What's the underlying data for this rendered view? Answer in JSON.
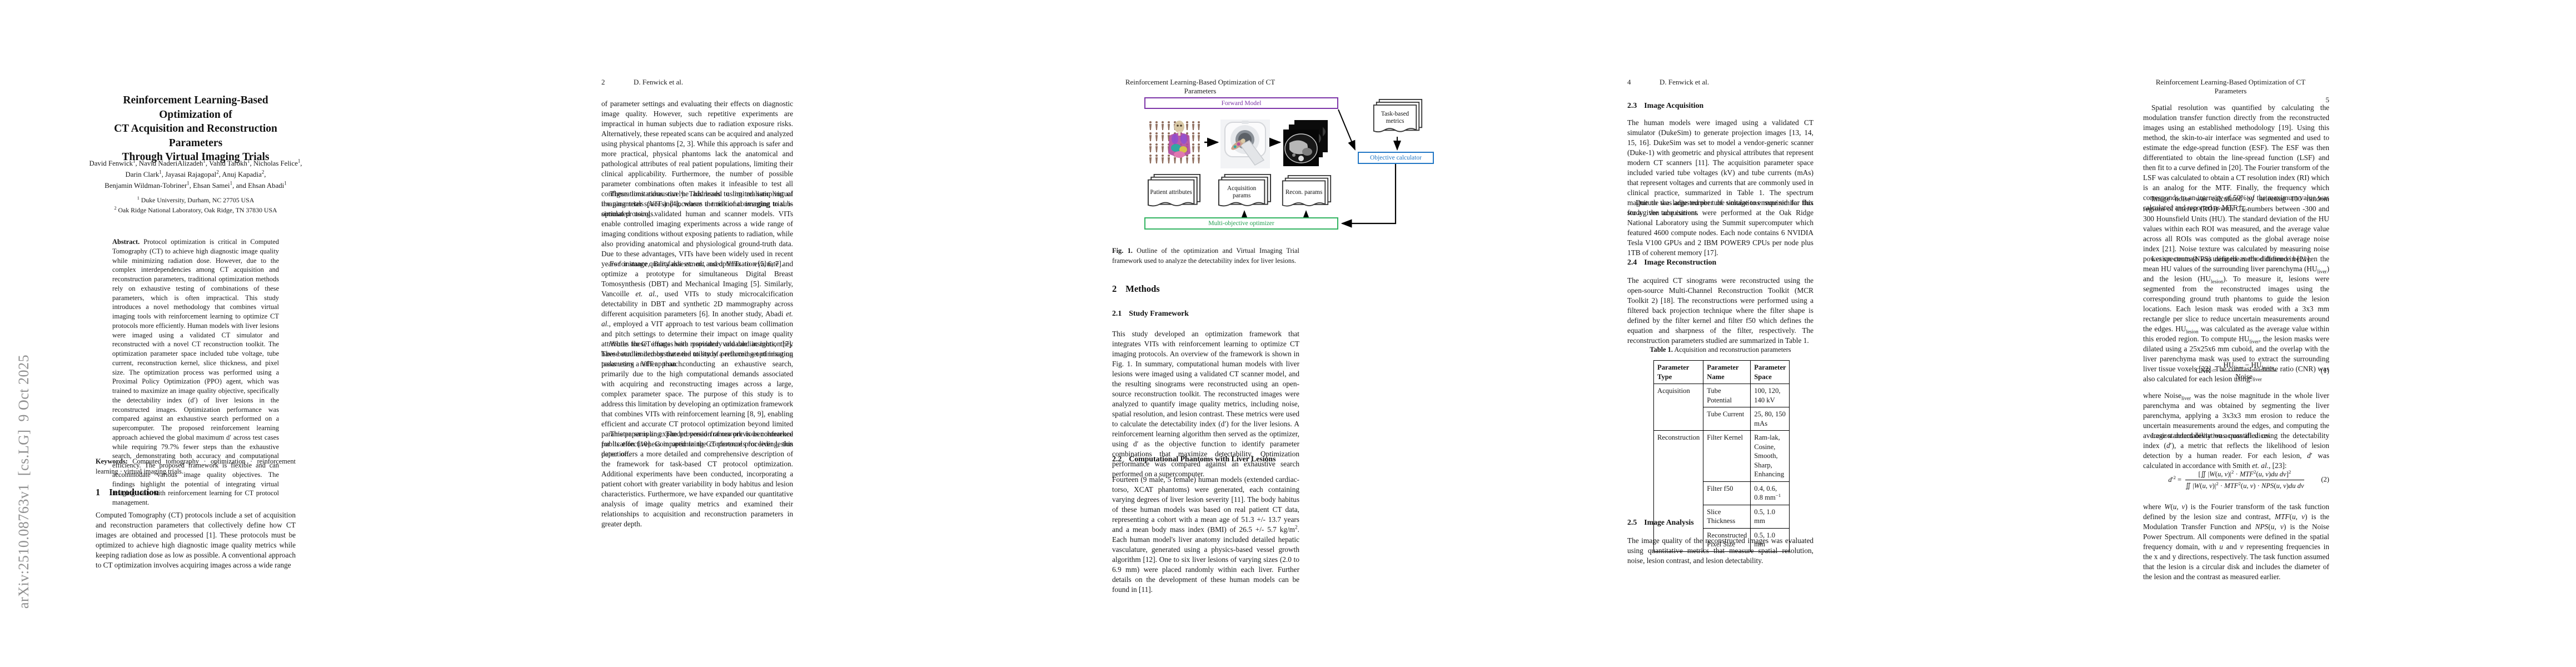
{
  "watermark": "arXiv:2510.08763v1&nbsp;&nbsp;[cs.LG]&nbsp;&nbsp;9 Oct 2025",
  "page1": {
    "title_lines": [
      "Reinforcement Learning-Based Optimization of",
      "CT Acquisition and Reconstruction Parameters",
      "Through Virtual Imaging Trials"
    ],
    "author_lines": [
      "David Fenwick<sup>1</sup>, Navid NaderiAlizadeh<sup>1</sup>, Vahid Tarokh<sup>1</sup>, Nicholas Felice<sup>1</sup>,",
      "Darin Clark<sup>1</sup>, Jayasai Rajagopal<sup>2</sup>, Anuj Kapadia<sup>2</sup>,",
      "Benjamin Wildman-Tobriner<sup>1</sup>, Ehsan Samei<sup>1</sup>, and Ehsan Abadi<sup>1</sup>"
    ],
    "affil_lines": [
      "<sup>1</sup> Duke University, Durham, NC 27705 USA",
      "<sup>2</sup> Oak Ridge National Laboratory, Oak Ridge, TN 37830 USA"
    ],
    "abstract_label": "Abstract.",
    "abstract_text": "Protocol optimization is critical in Computed Tomography (CT) to achieve high diagnostic image quality while minimizing radiation dose. However, due to the complex interdependencies among CT acquisition and reconstruction parameters, traditional optimization methods rely on exhaustive testing of combinations of these parameters, which is often impractical. This study introduces a novel methodology that combines virtual imaging tools with reinforcement learning to optimize CT protocols more efficiently. Human models with liver lesions were imaged using a validated CT simulator and reconstructed with a novel CT reconstruction toolkit. The optimization parameter space included tube voltage, tube current, reconstruction kernel, slice thickness, and pixel size. The optimization process was performed using a Proximal Policy Optimization (PPO) agent, which was trained to maximize an image quality objective, specifically the detectability index (d′) of liver lesions in the reconstructed images. Optimization performance was compared against an exhaustive search performed on a supercomputer. The proposed reinforcement learning approach achieved the global maximum d′ across test cases while requiring 79.7% fewer steps than the exhaustive search, demonstrating both accuracy and computational efficiency. The proposed framework is flexible and can accommodate various image quality objectives. The findings highlight the potential of integrating virtual imaging tools with reinforcement learning for CT protocol management.",
    "keywords_label": "Keywords:",
    "keywords_text": "Computed tomography · optimization · reinforcement learning · virtual imaging trials.",
    "sec1": {
      "number": "1",
      "text": "Introduction"
    },
    "intro_par": "Computed Tomography (CT) protocols include a set of acquisition and reconstruction parameters that collectively define how CT images are obtained and processed [1]. These protocols must be optimized to achieve high diagnostic image quality metrics while keeping radiation dose as low as possible. A conventional approach to CT optimization involves acquiring images across a wide range"
  },
  "page2": {
    "header_num": "2",
    "header_name": "D. Fenwick et al.",
    "paragraphs": [
      "of parameter settings and evaluating their effects on diagnostic image quality. However, such repetitive experiments are impractical in human subjects due to radiation exposure risks. Alternatively, these repeated scans can be acquired and analyzed using physical phantoms [2, 3]. While this approach is safer and more practical, physical phantoms lack the anatomical and pathological attributes of real patient populations, limiting their clinical applicability. Furthermore, the number of possible parameter combinations often makes it infeasible to test all configurations exhaustively. This leads to limited sampling of the parameter space and increases the risk of converging to sub-optimal protocols.",
      "These limitations can be addressed using realistic virtual imaging trials (VITs) [4], where a traditional imaging trial is simulated using validated human and scanner models. VITs enable controlled imaging experiments across a wide range of imaging conditions without exposing patients to radiation, while also providing anatomical and physiological ground-truth data. Due to these advantages, VITs have been widely used in recent years for image quality assessment and optimization [5, 6, 7].",
      "For instance, Barufaldi <i>et. al.</i>, used VITs to evaluate and optimize a prototype for simultaneous Digital Breast Tomosynthesis (DBT) and Mechanical Imaging [5]. Similarly, Vancoille <i>et. al.</i>, used VITs to study microcalcification detectability in DBT and synthetic 2D mammography across different acquisition parameters [6]. In another study, Abadi <i>et. al.</i>, employed a VIT approach to test various beam collimation and pitch settings to determine their impact on image quality attributes for CT images with respiratory and cardiac motion [7]. These studies demonstrate the utility of performing optimization tasks using a VIT approach.",
      "While these efforts have provided valuable insights, they have been limited by the need to study a reduced set of imaging parameters rather than conducting an exhaustive search, primarily due to the high computational demands associated with acquiring and reconstructing images across a large, complex parameter space. The purpose of this study is to address this limitation by developing an optimization framework that combines VITs with reinforcement learning [8, 9], enabling efficient and accurate CT protocol optimization beyond limited parameter sampling. The proposed framework is benchmarked for its effectiveness in optimizing CT protocols for liver lesion detection.",
      "This paper is an expanded version of our previous conference publication [10]. Compared to the conference proceeding, this paper offers a more detailed and comprehensive description of the framework for task-based CT protocol optimization. Additional experiments have been conducted, incorporating a patient cohort with greater variability in body habitus and lesion characteristics. Furthermore, we have expanded our quantitative analysis of image quality metrics and examined their relationships to acquisition and reconstruction parameters in greater depth."
    ]
  },
  "page3": {
    "header_title": "Reinforcement Learning-Based Optimization of CT Parameters",
    "header_num": "3",
    "figure": {
      "forward_model": "Forward Model",
      "patient_doc": "Patient attributes",
      "acquisition_doc": "Acquisition params",
      "recon_doc": "Recon. params",
      "task_doc": "Task-based metrics",
      "objective_box": "Objective calculator",
      "optimizer_box": "Multi-objective optimizer",
      "accent_purple": "#7d35a8",
      "accent_blue": "#2277c5",
      "accent_green": "#31b360"
    },
    "caption_label": "Fig. 1.",
    "caption_text": "Outline of the optimization and Virtual Imaging Trial framework used to analyze the detectability index for liver lesions.",
    "sec2": {
      "number": "2",
      "text": "Methods"
    },
    "sec21": {
      "number": "2.1",
      "text": "Study Framework"
    },
    "par21": "This study developed an optimization framework that integrates VITs with reinforcement learning to optimize CT imaging protocols. An overview of the framework is shown in Fig. 1. In summary, computational human models with liver lesions were imaged using a validated CT scanner model, and the resulting sinograms were reconstructed using an open-source reconstruction toolkit. The reconstructed images were analyzed to quantify image quality metrics, including noise, spatial resolution, and lesion contrast. These metrics were used to calculate the detectability index (d′) for the liver lesions. A reinforcement learning algorithm then served as the optimizer, using d′ as the objective function to identify parameter combinations that maximize detectability. Optimization performance was compared against an exhaustive search performed on a supercomputer.",
    "sec22": {
      "number": "2.2",
      "text": "Computational Phantoms with Liver Lesions"
    },
    "par22": "Fourteen (9 male, 5 female) human models (extended cardiac-torso, XCAT phantoms) were generated, each containing varying degrees of liver lesion severity [11]. The body habitus of these human models was based on real patient CT data, representing a cohort with a mean age of 51.3 +/- 13.7 years and a mean body mass index (BMI) of 26.5 +/- 5.7 kg/m<sup>2</sup>. Each human model's liver anatomy included detailed hepatic vasculature, generated using a physics-based vessel growth algorithm [12]. One to six liver lesions of varying sizes (2.0 to 6.9 mm) were placed randomly within each liver. Further details on the development of these human models can be found in [11]."
  },
  "page4": {
    "header_num": "4",
    "header_name": "D. Fenwick et al.",
    "sec23": {
      "number": "2.3",
      "text": "Image Acquisition"
    },
    "par23a": "The human models were imaged using a validated CT simulator (DukeSim) to generate projection images [13, 14, 15, 16]. DukeSim was set to model a vendor-generic scanner (Duke-1) with geometric and physical attributes that represent modern CT scanners [11]. The acquisition parameter space included varied tube voltages (kV) and tube currents (mAs) that represent voltages and currents that are commonly used in clinical practice, summarized in Table 1. The spectrum magnitude was adjusted per tube voltage to ensure similar flux for a given tube current.",
    "par23b": "Due to the large number of simulations required for this study, the acquisitions were performed at the Oak Ridge National Laboratory using the Summit supercomputer which featured 4600 compute nodes. Each node contains 6 NVIDIA Tesla V100 GPUs and 2 IBM POWER9 CPUs per node plus 1TB of coherent memory [17].",
    "sec24": {
      "number": "2.4",
      "text": "Image Reconstruction"
    },
    "par24": "The acquired CT sinograms were reconstructed using the open-source Multi-Channel Reconstruction Toolkit (MCR Toolkit 2) [18]. The reconstructions were performed using a filtered back projection technique where the filter shape is defined by the filter kernel and filter f50 which defines the equation and sharpness of the filter, respectively. The reconstruction parameters studied are summarized in Table 1.",
    "table": {
      "caption_label": "Table 1.",
      "caption_text": "Acquisition and reconstruction parameters",
      "headers": [
        "Parameter Type",
        "Parameter Name",
        "Parameter Space"
      ],
      "rows": [
        {
          "type": "Acquisition",
          "name": "Tube Potential",
          "space": "100, 120, 140 kV"
        },
        {
          "name": "Tube Current",
          "space": "25, 80, 150 mAs"
        },
        {
          "type": "Reconstruction",
          "name": "Filter Kernel",
          "space": "Ram-lak, Cosine, Smooth, Sharp, Enhancing"
        },
        {
          "name": "Filter f50",
          "space": "0.4, 0.6, 0.8 mm<sup>−1</sup>"
        },
        {
          "name": "Slice Thickness",
          "space": "0.5, 1.0 mm"
        },
        {
          "name": "Reconstructed Pixel Size",
          "space": "0.5, 1.0 mm"
        }
      ]
    },
    "sec25": {
      "number": "2.5",
      "text": "Image Analysis"
    },
    "par25": "The image quality of the reconstructed images was evaluated using quantitative metrics that measure spatial resolution, noise, lesion contrast, and lesion detectability."
  },
  "page5": {
    "header_title": "Reinforcement Learning-Based Optimization of CT Parameters",
    "header_num": "5",
    "par_a": "Spatial resolution was quantified by calculating the modulation transfer function directly from the reconstructed images using an established methodology [19]. Using this method, the skin-to-air interface was segmented and used to estimate the edge-spread function (ESF). The ESF was then differentiated to obtain the line-spread function (LSF) and then fit to a curve defined in [20]. The Fourier transform of the LSF was calculated to obtain a CT resolution index (RI) which is an analog for the MTF. Finally, the frequency which corresponds to an intensity of 50% of the maximum value was calculated and reported as MTF f<sub>50</sub>.",
    "par_b": "Image noise was calculated by selecting 100 random regions of interest (ROI) with CT numbers between -300 and 300 Hounsfield Units (HU). The standard deviation of the HU values within each ROI was measured, and the average value across all ROIs was computed as the global average noise index [21]. Noise texture was calculated by measuring noise power spectrum (NPS) using the method defined in [21].",
    "par_c": "Lesion contrast was defined as the difference between the mean HU values of the surrounding liver parenchyma (HU<sub>liver</sub>) and the lesion (HU<sub>lesion</sub>). To measure it, lesions were segmented from the reconstructed images using the corresponding ground truth phantoms to guide the lesion locations. Each lesion mask was eroded with a 3x3 mm rectangle per slice to reduce uncertain measurements around the edges. HU<sub>lesion</sub> was calculated as the average value within this eroded region. To compute HU<sub>liver</sub>, the lesion masks were dilated using a 25x25x6 mm cuboid, and the overlap with the liver parenchyma mask was used to extract the surrounding liver tissue voxels [22]. The contrast-to-noise ratio (CNR) was also calculated for each lesion using:",
    "eq1": {
      "lhs": "CNR =",
      "num": "HU<sub>liver</sub> − HU<sub>lesion</sub>",
      "den": "Noise<sub>liver</sub>",
      "tag": "(1)"
    },
    "par_d": "where Noise<sub>liver</sub> was the noise magnitude in the whole liver parenchyma and was obtained by segmenting the liver parenchyma, applying a 3x3x3 mm erosion to reduce the uncertain measurements around the edges, and computing the average standard deviation across all slices.",
    "par_e": "Lesion detectability was quantified using the detectability index (<i>d</i>′), a metric that reflects the likelihood of lesion detection by a human reader. For each lesion, <i>d</i>′ was calculated in accordance with Smith <i>et. al.</i>, [23]:",
    "eq2": {
      "lhs": "<i>d</i>′<sup>2</sup> =",
      "num": "[∬ |<i>W</i>(<i>u, v</i>)|<sup>2</sup> · <i>MTF</i><sup>2</sup>(<i>u, v</i>)<i>du dv</i>]<sup>2</sup>",
      "den": "∬ |<i>W</i>(<i>u, v</i>)|<sup>2</sup> · <i>MTF</i><sup>2</sup>(<i>u, v</i>) · <i>NPS</i>(<i>u, v</i>)<i>du dv</i>",
      "tag": "(2)"
    },
    "par_f": "where <i>W</i>(<i>u, v</i>) is the Fourier transform of the task function defined by the lesion size and contrast, <i>MTF</i>(<i>u, v</i>) is the Modulation Transfer Function and <i>NPS</i>(<i>u, v</i>) is the Noise Power Spectrum. All components were defined in the spatial frequency domain, with <i>u</i> and <i>v</i> representing frequencies in the x and y directions, respectively. The task function assumed that the lesion is a circular disk and includes the diameter of the lesion and the contrast as measured earlier."
  }
}
